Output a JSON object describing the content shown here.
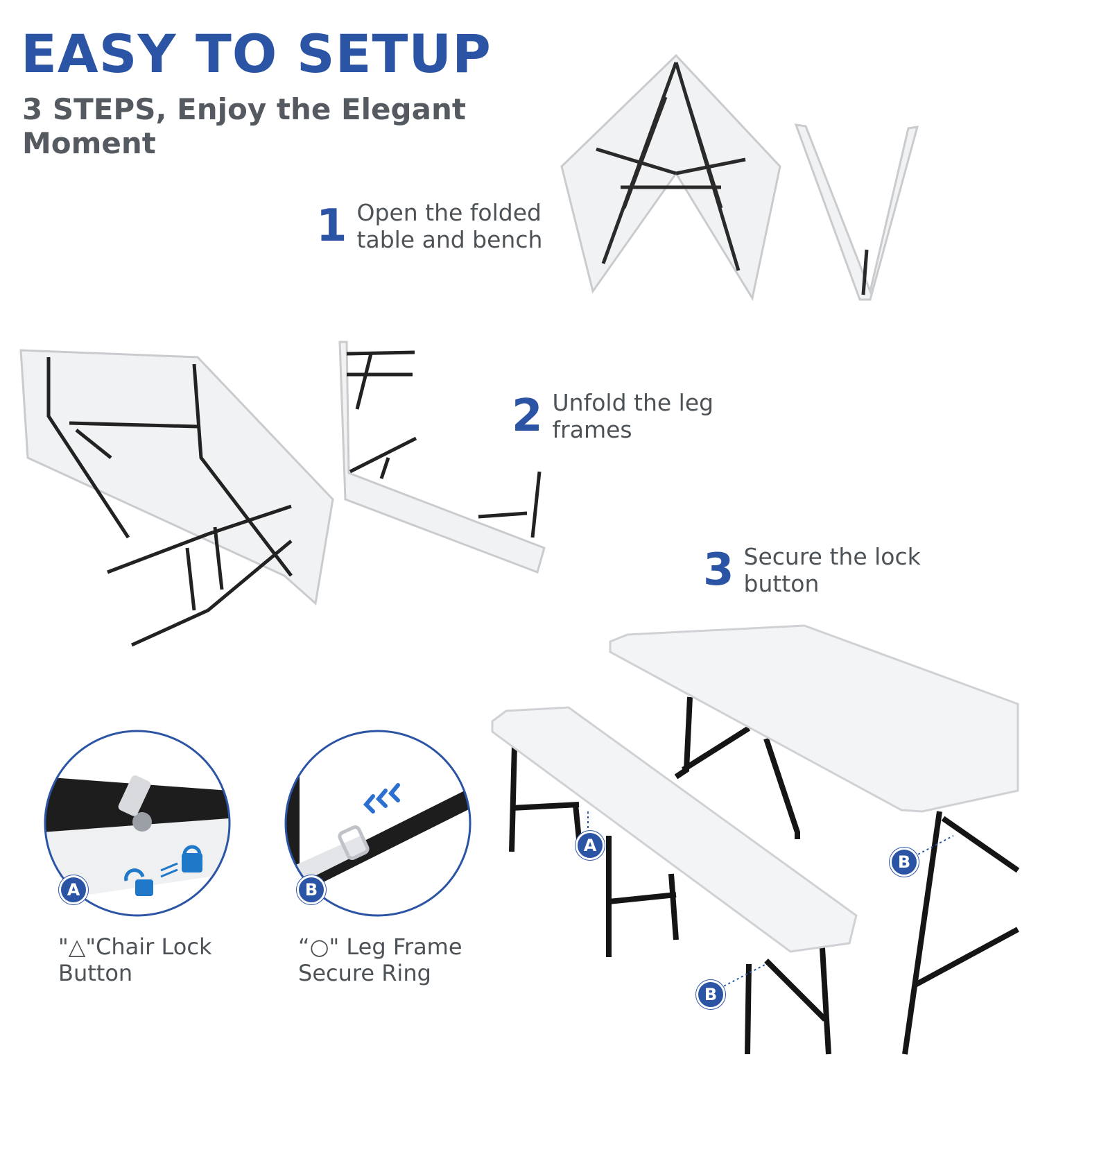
{
  "header": {
    "title": "EASY TO SETUP",
    "subtitle": "3 STEPS, Enjoy the Elegant Moment"
  },
  "steps": [
    {
      "number": "1",
      "line1": "Open the folded",
      "line2": "table and bench"
    },
    {
      "number": "2",
      "line1": "Unfold the leg",
      "line2": "frames"
    },
    {
      "number": "3",
      "line1": "Secure the lock",
      "line2": "button"
    }
  ],
  "details": [
    {
      "badge": "A",
      "line1": "\"△\"Chair Lock",
      "line2": "Button"
    },
    {
      "badge": "B",
      "line1": "“○\" Leg Frame",
      "line2": "Secure Ring"
    }
  ],
  "callouts": {
    "a": "A",
    "b": "B"
  },
  "colors": {
    "accent": "#2b55a4",
    "text": "#555a60",
    "frame": "#1e1e1e",
    "surface": "#f3f4f5"
  },
  "icons": [
    "unlock-icon",
    "swap-arrows-icon",
    "lock-icon",
    "chevrons-left-icon"
  ]
}
